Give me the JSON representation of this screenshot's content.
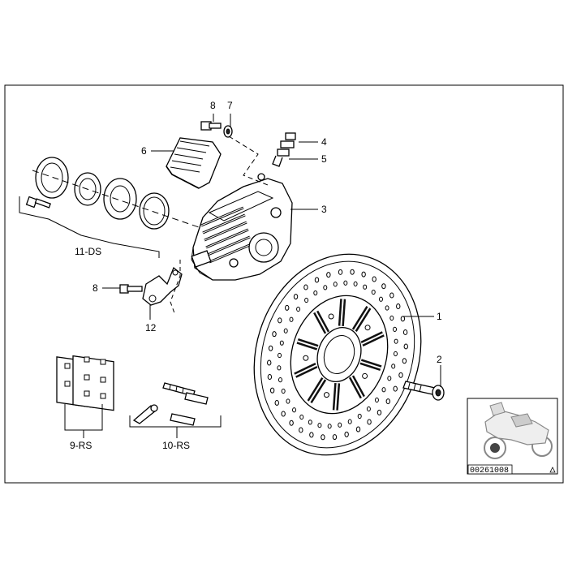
{
  "callouts": {
    "c1": "1",
    "c2": "2",
    "c3": "3",
    "c4": "4",
    "c5": "5",
    "c6": "6",
    "c7": "7",
    "c8a": "8",
    "c8b": "8",
    "c11ds": "11-DS",
    "c12": "12",
    "c9rs": "9-RS",
    "c10rs": "10-RS"
  },
  "thumbnail": {
    "part_number": "00261008"
  }
}
